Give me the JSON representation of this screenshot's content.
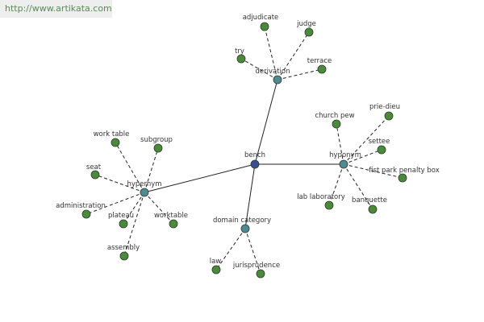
{
  "header": {
    "url": "http://www.artikata.com"
  },
  "colors": {
    "root_node": "#3a4f8f",
    "hub_node": "#4f8a92",
    "leaf_node": "#4a8a3a",
    "edge": "#222222"
  },
  "graph": {
    "root": "bench",
    "hubs": {
      "derivation": "derivation",
      "hyponym": "hyponym",
      "hypernym": "hypernym",
      "domain": "domain category"
    },
    "leaves": {
      "adjudicate": "adjudicate",
      "judge": "judge",
      "try": "try",
      "terrace": "terrace",
      "church_pew": "church pew",
      "prie_dieu": "prie-dieu",
      "settee": "settee",
      "fist_park": "fist park penalty box",
      "lab_laboratory": "lab laboratory",
      "banquette": "banquette",
      "work_table": "work table",
      "subgroup": "subgroup",
      "seat": "seat",
      "administration": "administration",
      "plateau": "plateau",
      "worktable": "worktable",
      "assembly": "assembly",
      "law": "law",
      "jurisprudence": "jurisprudence"
    }
  }
}
